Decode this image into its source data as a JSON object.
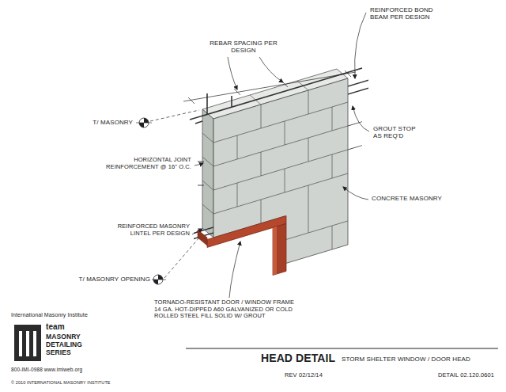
{
  "diagram": {
    "title": "HEAD DETAIL",
    "labels": [
      "REINFORCED BOND BEAM PER DESIGN",
      "REBAR SPACING PER DESIGN",
      "T/ MASONRY",
      "GROUT STOP AS REQ'D",
      "HORIZONTAL JOINT REINFORCEMENT @ 16\" O.C.",
      "CONCRETE MASONRY",
      "REINFORCED MASONRY LINTEL PER DESIGN",
      "T/ MASONRY OPENING",
      "TORNADO-RESISTANT DOOR / WINDOW FRAME 14 GA. HOT-DIPPED A60 GALVANIZED OR COLD ROLLED STEEL FILL SOLID W/ GROUT",
      "STORM SHELTER WINDOW / DOOR HEAD",
      "DETAIL 02.120.0601",
      "REV 02/12/14",
      "International Masonry Institute",
      "team",
      "MASONRY DETAILING SERIES",
      "800-IMI-0988 www.imiweb.org",
      "© 2010 INTERNATIONAL MASONRY INSTITUTE"
    ]
  }
}
